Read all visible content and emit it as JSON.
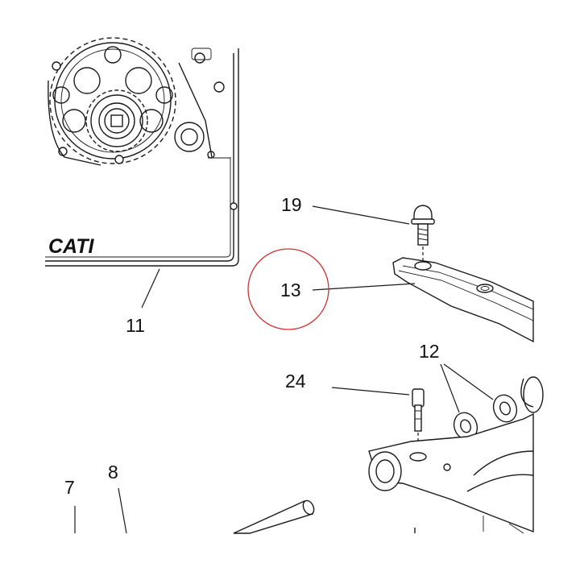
{
  "diagram": {
    "brand_text": "CATI",
    "highlight_color": "#cc3333",
    "line_color": "#1a1a1a",
    "callouts": [
      {
        "id": "11",
        "label": "11"
      },
      {
        "id": "19",
        "label": "19"
      },
      {
        "id": "13",
        "label": "13",
        "highlighted": true
      },
      {
        "id": "12",
        "label": "12"
      },
      {
        "id": "24",
        "label": "24"
      },
      {
        "id": "7",
        "label": "7"
      },
      {
        "id": "8",
        "label": "8"
      }
    ]
  }
}
